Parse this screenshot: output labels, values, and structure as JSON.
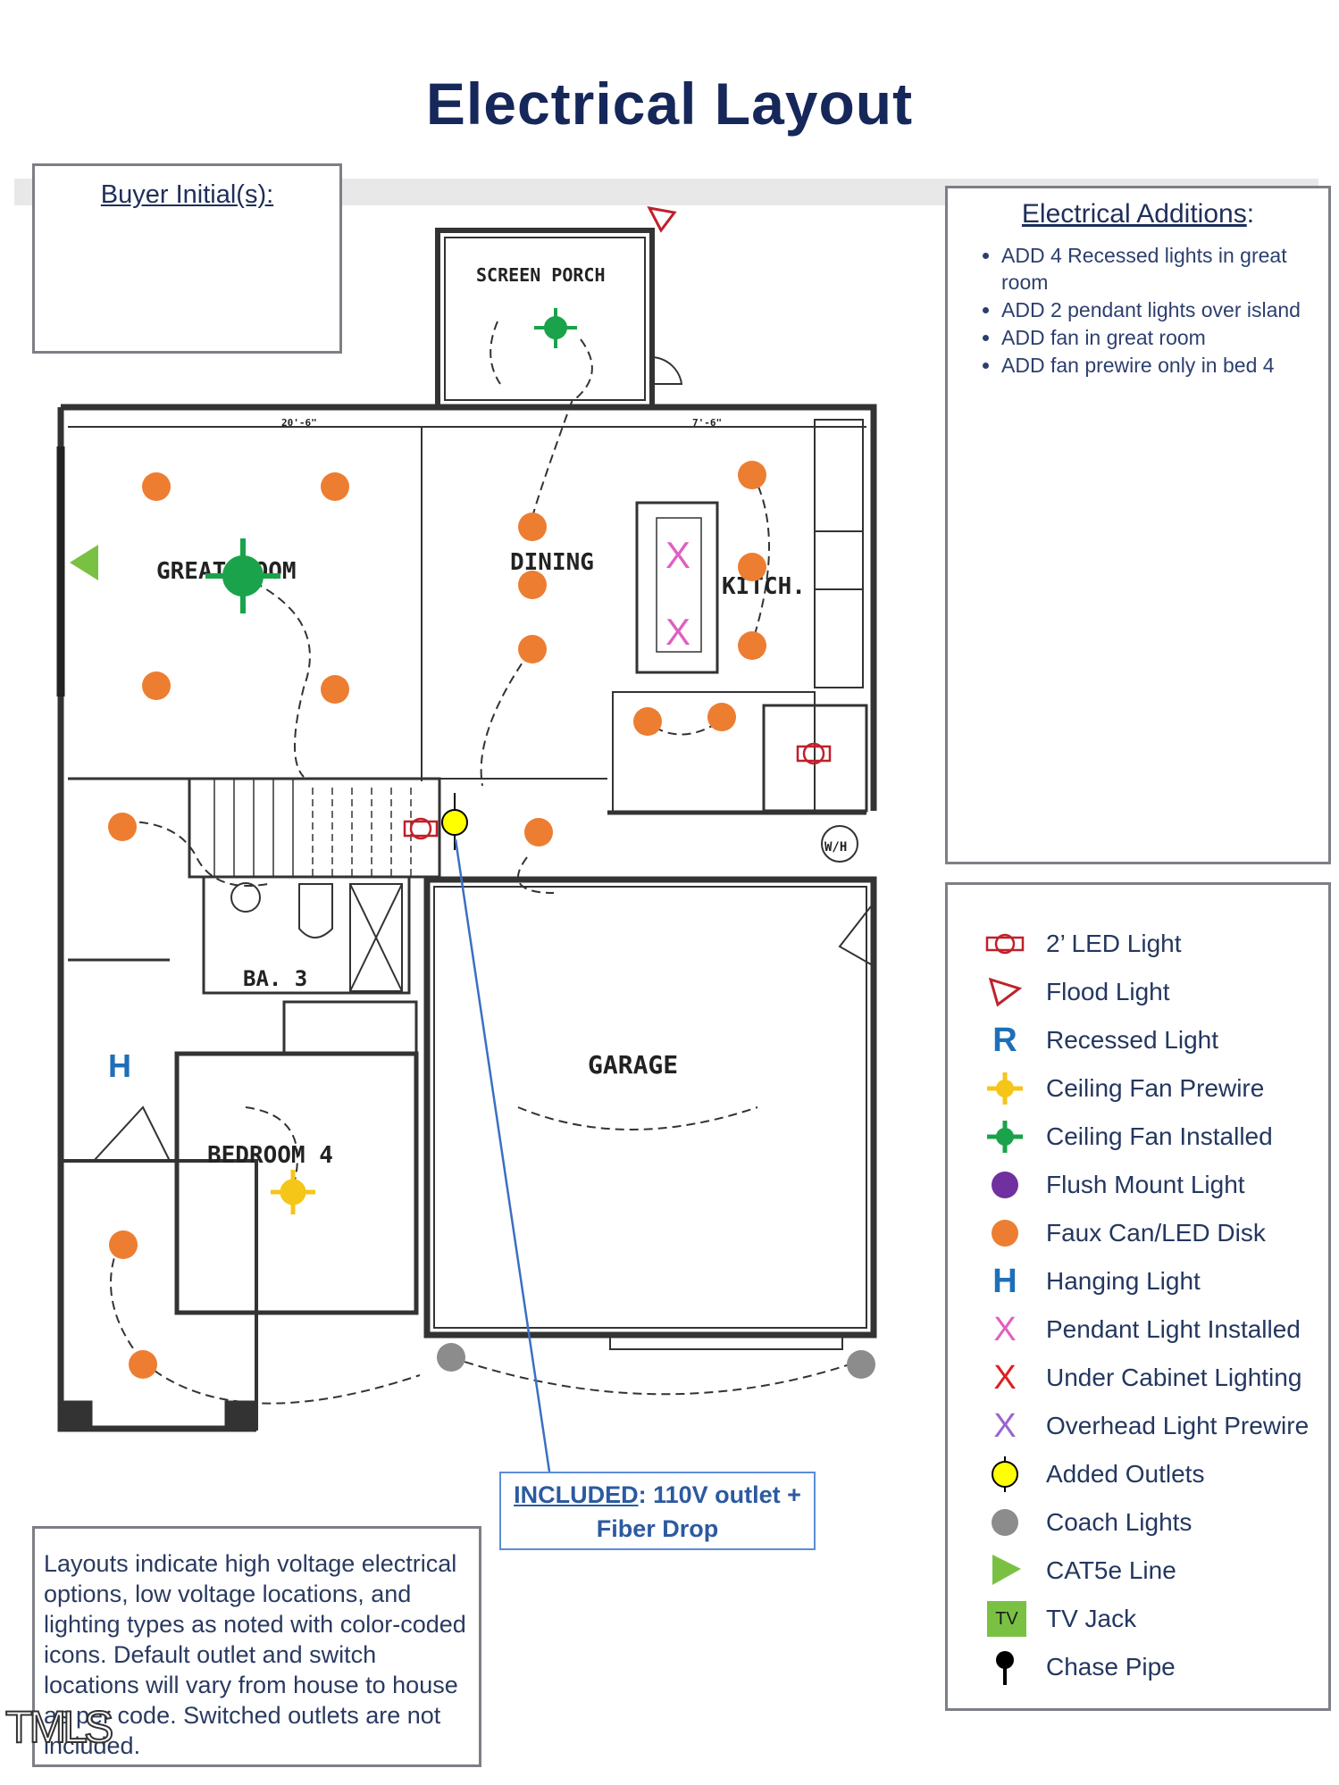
{
  "title": "Electrical Layout",
  "buyer": {
    "heading": "Buyer Initial(s):"
  },
  "additions": {
    "heading": "Electrical Additions",
    "heading_suffix": ":",
    "items": [
      "ADD 4 Recessed lights in great room",
      "ADD 2 pendant lights over island",
      "ADD fan in great room",
      "ADD fan prewire only in bed 4"
    ]
  },
  "legend": [
    {
      "icon": "led-light-icon",
      "label": "2’ LED Light",
      "color": "#c0202a"
    },
    {
      "icon": "flood-light-icon",
      "label": "Flood Light",
      "color": "#c0202a"
    },
    {
      "icon": "recessed-light-icon",
      "label": "Recessed Light",
      "glyph": "R",
      "color": "#1f6fb8"
    },
    {
      "icon": "ceiling-fan-prewire-icon",
      "label": "Ceiling Fan Prewire",
      "color": "#f5c518"
    },
    {
      "icon": "ceiling-fan-installed-icon",
      "label": "Ceiling Fan Installed",
      "color": "#1aa34a"
    },
    {
      "icon": "flush-mount-light-icon",
      "label": "Flush Mount Light",
      "color": "#7030a0"
    },
    {
      "icon": "faux-can-led-disk-icon",
      "label": "Faux Can/LED Disk",
      "color": "#ed7d31"
    },
    {
      "icon": "hanging-light-icon",
      "label": "Hanging Light",
      "glyph": "H",
      "color": "#1f6fb8"
    },
    {
      "icon": "pendant-light-icon",
      "label": "Pendant Light Installed",
      "glyph": "X",
      "color": "#e060c0"
    },
    {
      "icon": "under-cabinet-lighting-icon",
      "label": "Under Cabinet Lighting",
      "glyph": "X",
      "color": "#e02020"
    },
    {
      "icon": "overhead-light-prewire-icon",
      "label": "Overhead Light Prewire",
      "glyph": "X",
      "color": "#9966cc"
    },
    {
      "icon": "added-outlets-icon",
      "label": "Added Outlets",
      "color": "#ffff00"
    },
    {
      "icon": "coach-lights-icon",
      "label": "Coach Lights",
      "color": "#8c8c8c"
    },
    {
      "icon": "cat5e-line-icon",
      "label": "CAT5e Line",
      "color": "#7ac143"
    },
    {
      "icon": "tv-jack-icon",
      "label": "TV Jack",
      "glyph": "TV",
      "color": "#7ac143"
    },
    {
      "icon": "chase-pipe-icon",
      "label": "Chase Pipe",
      "color": "#000000"
    }
  ],
  "note": "Layouts indicate high voltage electrical options, low voltage locations, and lighting types as noted with color-coded icons. Default outlet and switch locations will vary from house to house as per code. Switched outlets are not included.",
  "included": {
    "label": "INCLUDED",
    "text": ": 110V outlet + Fiber Drop"
  },
  "watermark": "TMLS",
  "plan": {
    "rooms": {
      "screen_porch": "SCREEN PORCH",
      "great_room": "GREAT ROOM",
      "dining": "DINING",
      "kitchen": "KITCH.",
      "bath": "BA. 3",
      "bedroom": "BEDROOM 4",
      "garage": "GARAGE",
      "wh": "W/H"
    },
    "hanging_glyph": "H",
    "pendant_glyph": "X",
    "dims": {
      "top_left": "20'-6\"",
      "top_right": "7'-6\""
    }
  }
}
